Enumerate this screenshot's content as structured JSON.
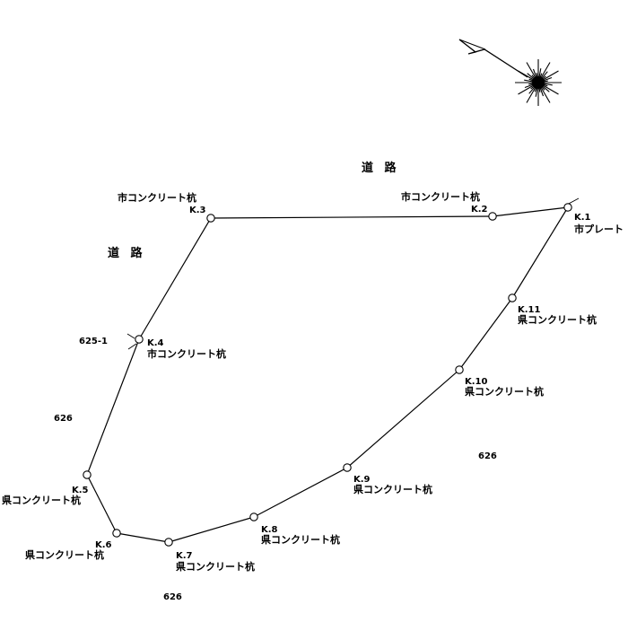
{
  "road_labels": [
    "道 路",
    "道 路"
  ],
  "parcel_labels": [
    "625-1",
    "626",
    "626",
    "626"
  ],
  "points": [
    {
      "id": "K.1",
      "desc": "市プレート"
    },
    {
      "id": "K.2",
      "desc": "市コンクリート杭"
    },
    {
      "id": "K.3",
      "desc": "市コンクリート杭"
    },
    {
      "id": "K.4",
      "desc": "市コンクリート杭"
    },
    {
      "id": "K.5",
      "desc": "県コンクリート杭"
    },
    {
      "id": "K.6",
      "desc": "県コンクリート杭"
    },
    {
      "id": "K.7",
      "desc": "県コンクリート杭"
    },
    {
      "id": "K.8",
      "desc": "県コンクリート杭"
    },
    {
      "id": "K.9",
      "desc": "県コンクリート杭"
    },
    {
      "id": "K.10",
      "desc": "県コンクリート杭"
    },
    {
      "id": "K.11",
      "desc": "県コンクリート杭"
    }
  ],
  "north_arrow_icon": "north-arrow-compass-icon",
  "line_color": "#000000",
  "background_color": "#ffffff"
}
